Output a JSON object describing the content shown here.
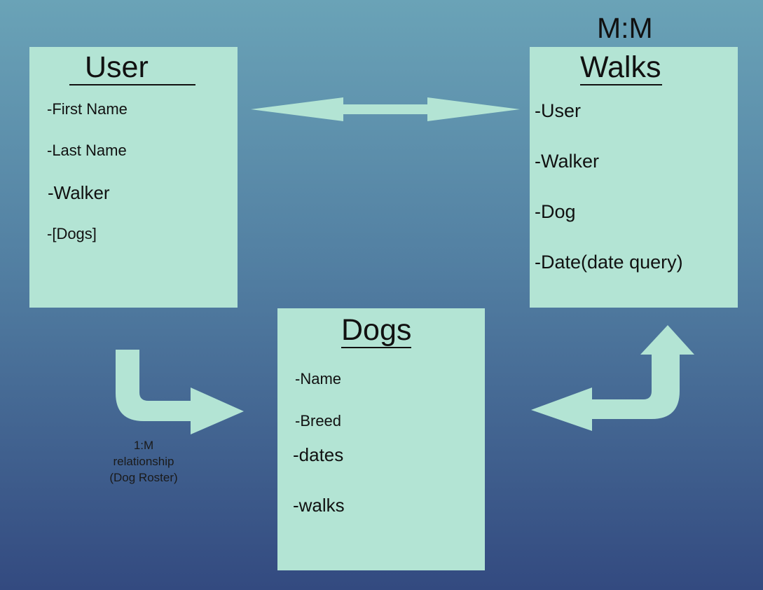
{
  "entities": {
    "user": {
      "title": "User",
      "fields": [
        "-First Name",
        "-Last Name",
        "-Walker",
        "-[Dogs]"
      ]
    },
    "walks": {
      "title": "Walks",
      "fields": [
        "-User",
        "-Walker",
        "-Dog",
        "-Date(date query)"
      ]
    },
    "dogs": {
      "title": "Dogs",
      "fields": [
        "-Name",
        "-Breed",
        "-dates",
        "-walks"
      ]
    }
  },
  "relationships": {
    "many_to_many_label": "M:M",
    "one_to_many_label": [
      "1:M",
      "relationship",
      "(Dog Roster)"
    ]
  },
  "colors": {
    "box_fill": "#b3e4d4",
    "arrow_fill": "#b3e4d4",
    "background_top": "#6aa3b7",
    "background_bottom": "#334a80",
    "text": "#111111"
  }
}
